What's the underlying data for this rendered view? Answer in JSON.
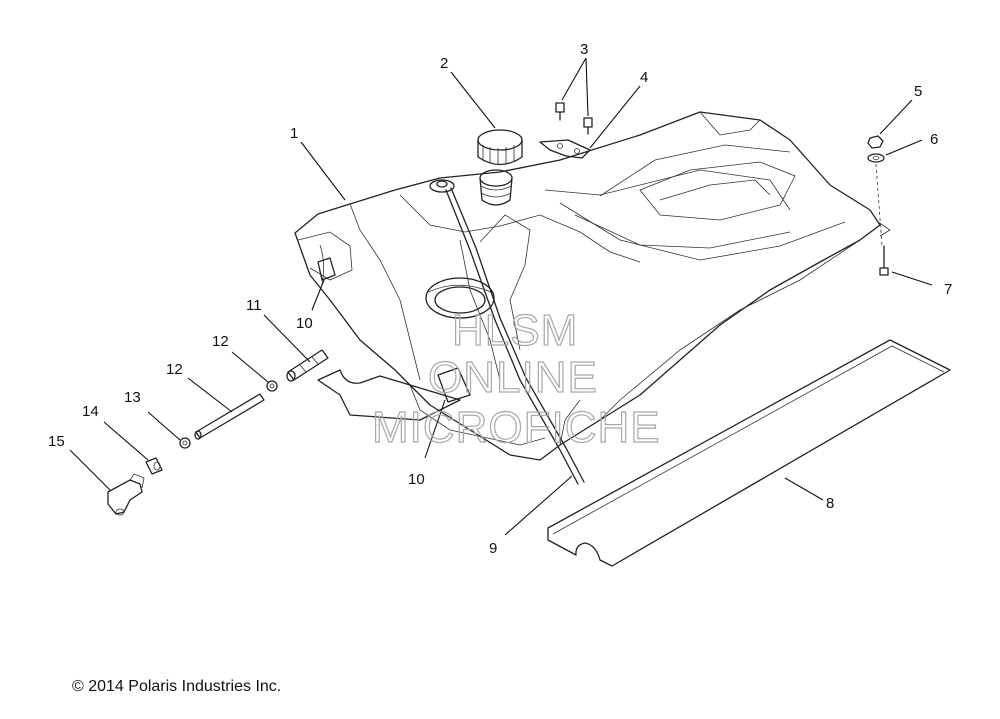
{
  "callouts": [
    {
      "id": "c1",
      "label": "1"
    },
    {
      "id": "c2",
      "label": "2"
    },
    {
      "id": "c3",
      "label": "3"
    },
    {
      "id": "c4",
      "label": "4"
    },
    {
      "id": "c5",
      "label": "5"
    },
    {
      "id": "c6",
      "label": "6"
    },
    {
      "id": "c7",
      "label": "7"
    },
    {
      "id": "c8",
      "label": "8"
    },
    {
      "id": "c9",
      "label": "9"
    },
    {
      "id": "c10a",
      "label": "10"
    },
    {
      "id": "c10b",
      "label": "10"
    },
    {
      "id": "c11",
      "label": "11"
    },
    {
      "id": "c12a",
      "label": "12"
    },
    {
      "id": "c12b",
      "label": "12"
    },
    {
      "id": "c13",
      "label": "13"
    },
    {
      "id": "c14",
      "label": "14"
    },
    {
      "id": "c15",
      "label": "15"
    }
  ],
  "watermark": {
    "line1": "HLSM",
    "line2": "ONLINE",
    "line3": "MICROFICHE"
  },
  "copyright": "© 2014 Polaris Industries Inc.",
  "colors": {
    "ink": "#222222",
    "watermark": "#a8a8a8",
    "background": "#ffffff"
  }
}
